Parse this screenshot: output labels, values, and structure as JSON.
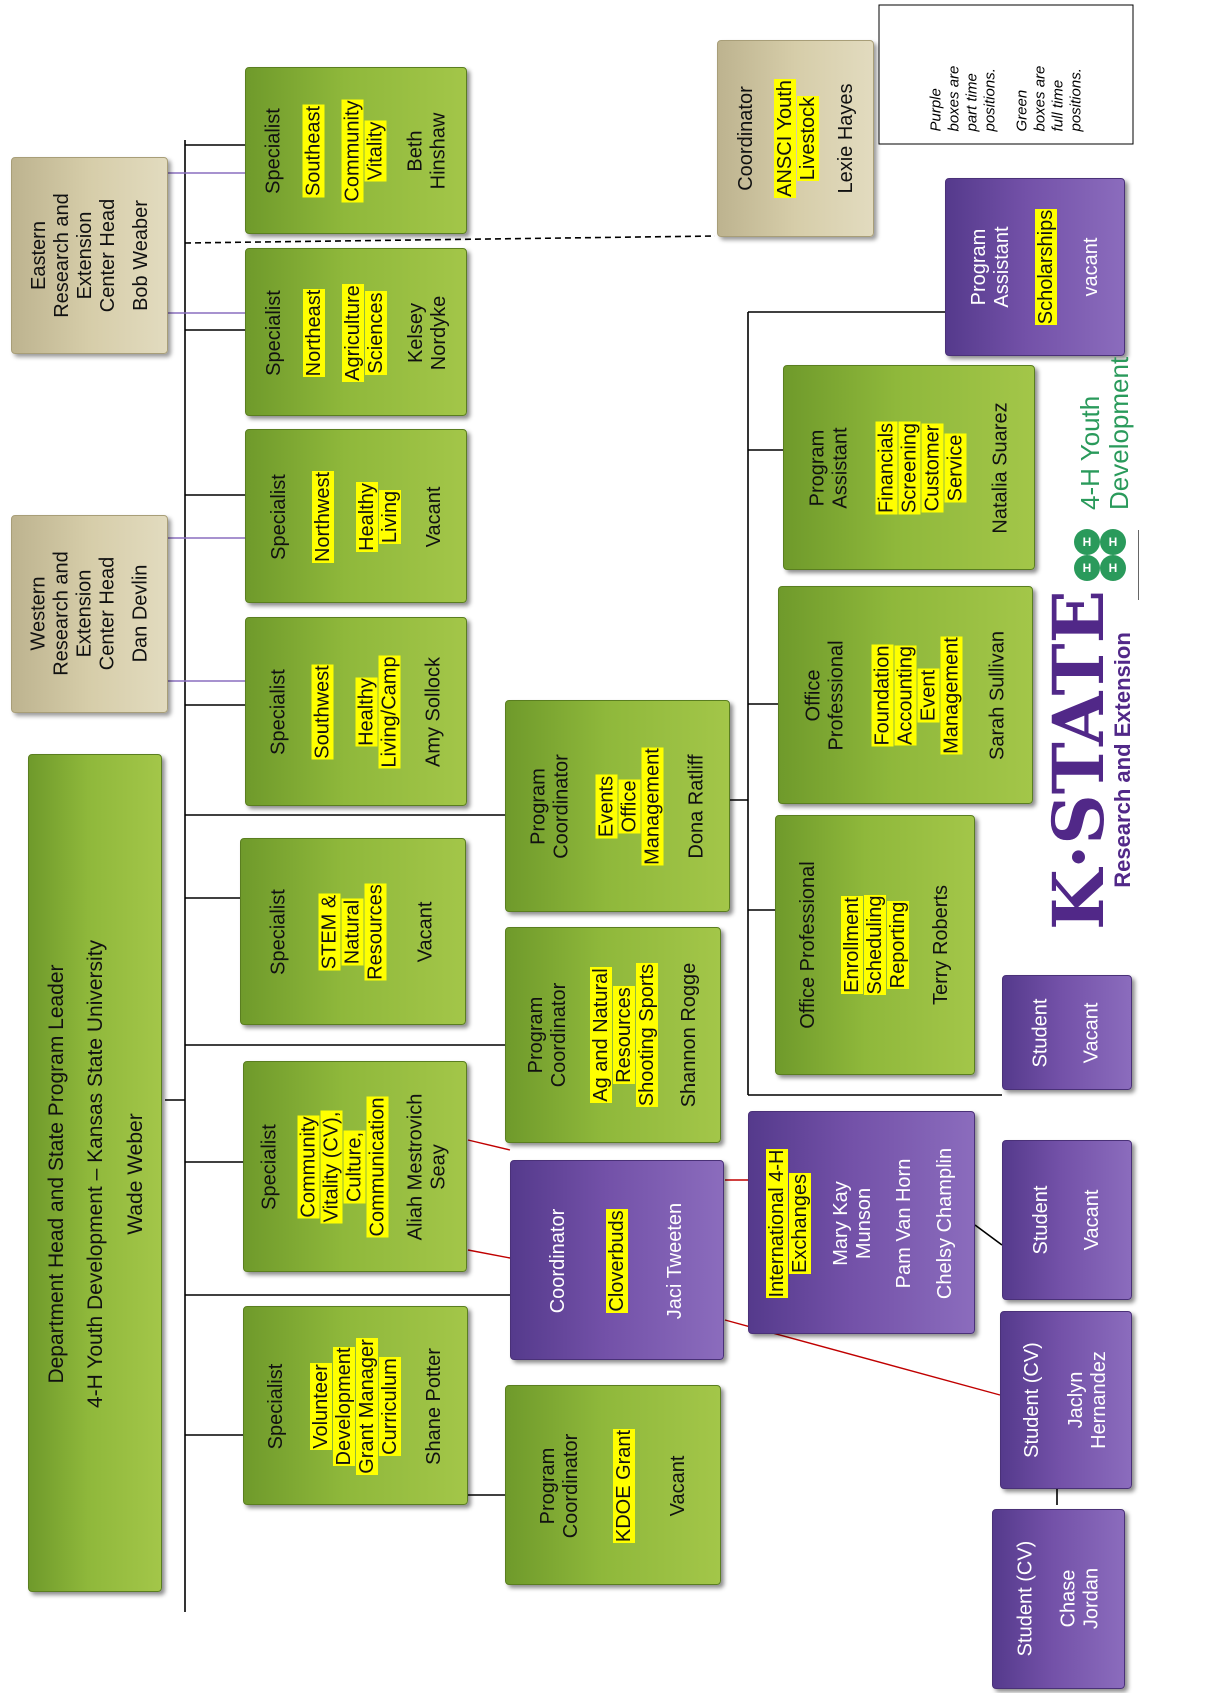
{
  "leader": {
    "title1": "Department Head and State Program Leader",
    "title2": "4-H Youth Development – Kansas State University",
    "name": "Wade Weber"
  },
  "western_head": {
    "line1": "Western",
    "line2": "Research and",
    "line3": "Extension",
    "line4": "Center Head",
    "name": "Dan Devlin"
  },
  "eastern_head": {
    "line1": "Eastern",
    "line2": "Research and",
    "line3": "Extension",
    "line4": "Center Head",
    "name": "Bob Weaber"
  },
  "ansci": {
    "role": "Coordinator",
    "area1": "ANSCI Youth",
    "area2": "Livestock",
    "name": "Lexie Hayes"
  },
  "legend": {
    "purple": [
      "Purple",
      "boxes are",
      "part time",
      "positions."
    ],
    "green": [
      "Green",
      "boxes are",
      "full time",
      "positions."
    ]
  },
  "specialists": {
    "southeast": {
      "role": "Specialist",
      "area": "Southeast",
      "focus1": "Community",
      "focus2": "Vitality",
      "name1": "Beth",
      "name2": "Hinshaw"
    },
    "northeast": {
      "role": "Specialist",
      "area": "Northeast",
      "focus1": "Agriculture",
      "focus2": "Sciences",
      "name1": "Kelsey",
      "name2": "Nordyke"
    },
    "northwest": {
      "role": "Specialist",
      "area": "Northwest",
      "focus1": "Healthy",
      "focus2": "Living",
      "name": "Vacant"
    },
    "southwest": {
      "role": "Specialist",
      "area": "Southwest",
      "focus1": "Healthy",
      "focus2": "Living/Camp",
      "name": "Amy Sollock"
    },
    "stem": {
      "role": "Specialist",
      "focus1": "STEM &",
      "focus2": "Natural",
      "focus3": "Resources",
      "name": "Vacant"
    },
    "cv": {
      "role": "Specialist",
      "focus1": "Community",
      "focus2": "Vitality (CV),",
      "focus3": "Culture,",
      "focus4": "Communication",
      "name1": "Aliah Mestrovich",
      "name2": "Seay"
    },
    "volunteer": {
      "role": "Specialist",
      "focus1": "Volunteer",
      "focus2": "Development",
      "focus3": "Grant Manager",
      "focus4": "Curriculum",
      "name": "Shane Potter"
    }
  },
  "program_coordinators": {
    "events": {
      "role1": "Program",
      "role2": "Coordinator",
      "focus1": "Events",
      "focus2": "Office",
      "focus3": "Management",
      "name": "Dona Ratliff"
    },
    "ag": {
      "role1": "Program",
      "role2": "Coordinator",
      "focus1": "Ag and Natural",
      "focus2": "Resources",
      "focus3": "Shooting Sports",
      "name": "Shannon Rogge"
    },
    "kdoe": {
      "role1": "Program",
      "role2": "Coordinator",
      "focus1": "KDOE Grant",
      "name": "Vacant"
    }
  },
  "cloverbuds": {
    "role": "Coordinator",
    "focus": "Cloverbuds",
    "name": "Jaci Tweeten"
  },
  "international": {
    "focus1": "International 4-H",
    "focus2": "Exchanges",
    "name1": "Mary Kay",
    "name2": "Munson",
    "name3": "Pam Van Horn",
    "name4": "Chelsy Champlin"
  },
  "staff": {
    "scholarships": {
      "role1": "Program",
      "role2": "Assistant",
      "focus": "Scholarships",
      "name": "vacant"
    },
    "natalia": {
      "role1": "Program",
      "role2": "Assistant",
      "focus1": "Financials",
      "focus2": "Screening",
      "focus3": "Customer",
      "focus4": "Service",
      "name": "Natalia Suarez"
    },
    "sarah": {
      "role1": "Office",
      "role2": "Professional",
      "focus1": "Foundation",
      "focus2": "Accounting",
      "focus3": "Event",
      "focus4": "Management",
      "name": "Sarah Sullivan"
    },
    "terry": {
      "role": "Office Professional",
      "focus1": "Enrollment",
      "focus2": "Scheduling",
      "focus3": "Reporting",
      "name": "Terry Roberts"
    }
  },
  "students": {
    "s1": {
      "role": "Student",
      "name": "Vacant"
    },
    "s2": {
      "role": "Student",
      "name": "Vacant"
    },
    "s3": {
      "role": "Student (CV)",
      "name1": "Jaclyn",
      "name2": "Hernandez"
    },
    "s4": {
      "role": "Student (CV)",
      "name1": "Chase",
      "name2": "Jordan"
    }
  },
  "logos": {
    "kstate1": "K·STATE",
    "kstate2": "Research and Extension",
    "fourh1": "4-H Youth",
    "fourh2": "Development"
  },
  "colors": {
    "green": "#8fb83b",
    "purple": "#7351a8",
    "tan": "#d6cda9",
    "highlight": "#ffff00",
    "red_line": "#c00000",
    "purple_line": "#8a6fbf"
  }
}
